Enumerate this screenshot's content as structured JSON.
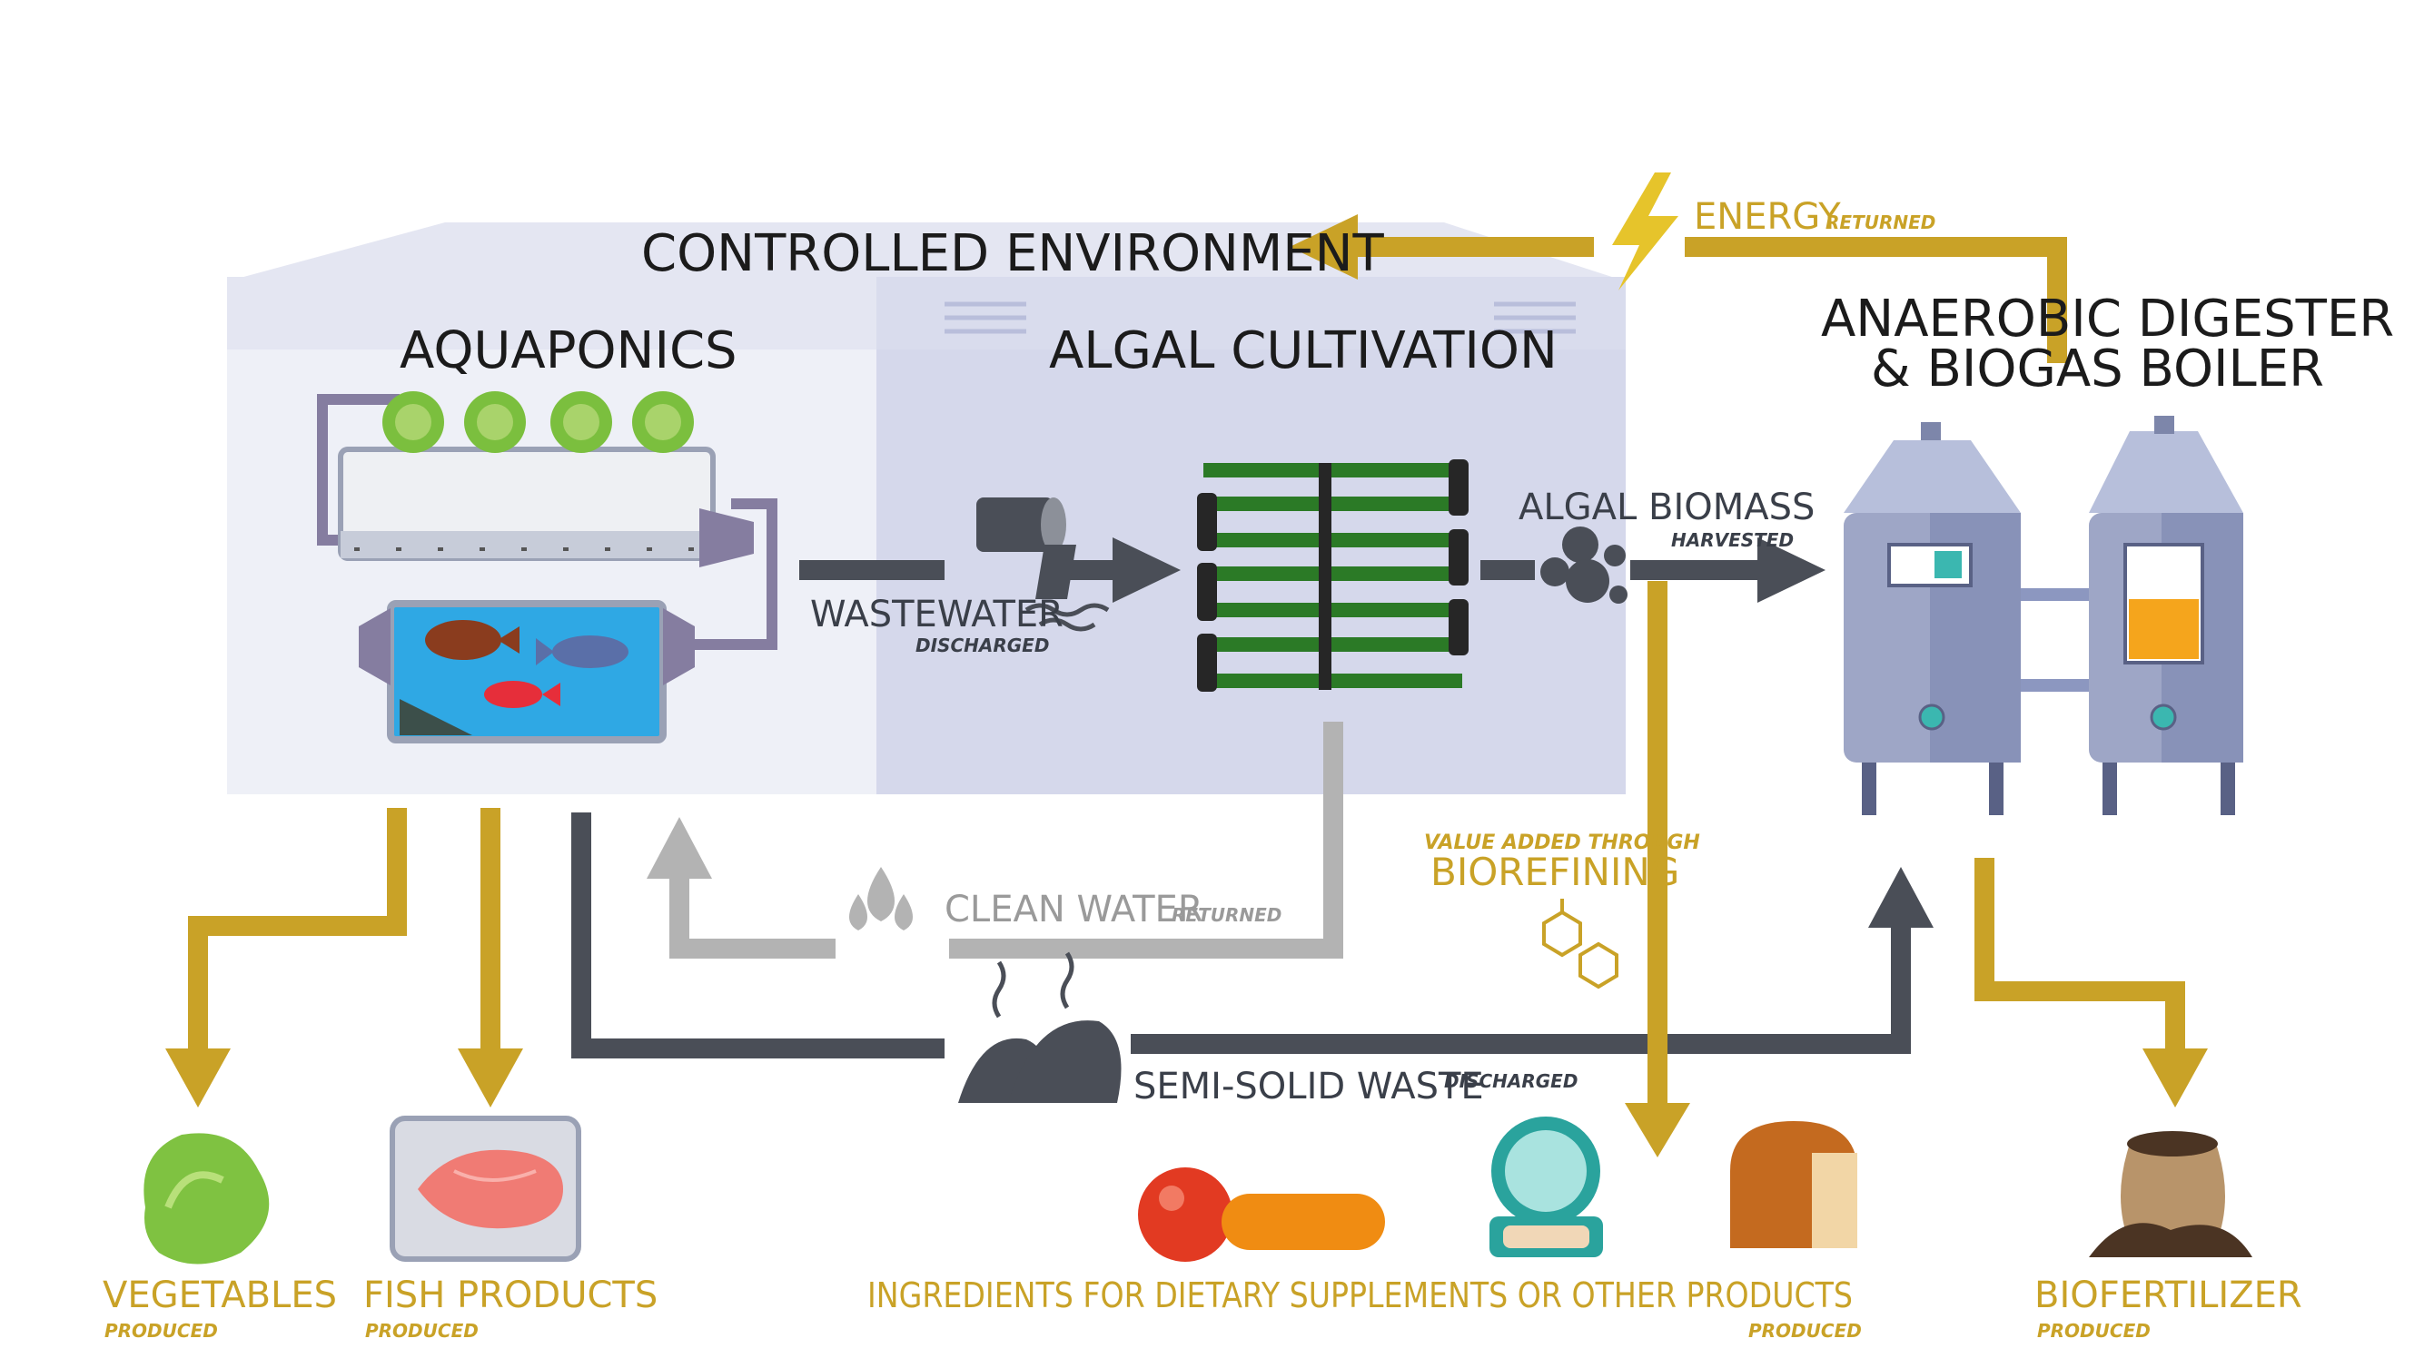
{
  "diagram": {
    "titles": {
      "controlled_environment": "CONTROLLED ENVIRONMENT",
      "aquaponics": "AQUAPONICS",
      "algal_cultivation": "ALGAL CULTIVATION",
      "digester_line1": "ANAEROBIC DIGESTER",
      "digester_line2": "& BIOGAS BOILER"
    },
    "flows": {
      "energy": "ENERGY",
      "energy_sub": "RETURNED",
      "wastewater": "WASTEWATER",
      "wastewater_sub": "DISCHARGED",
      "algal_biomass": "ALGAL BIOMASS",
      "algal_biomass_sub": "HARVESTED",
      "clean_water": "CLEAN WATER",
      "clean_water_sub": "RETURNED",
      "semi_solid": "SEMI-SOLID WASTE",
      "semi_solid_sub": "DISCHARGED",
      "biorefining_pre": "VALUE ADDED THROUGH",
      "biorefining": "BIOREFINING"
    },
    "outputs": {
      "vegetables": "VEGETABLES",
      "fish": "FISH PRODUCTS",
      "ingredients": "INGREDIENTS FOR DIETARY SUPPLEMENTS OR OTHER PRODUCTS",
      "biofertilizer": "BIOFERTILIZER",
      "produced": "PRODUCED"
    },
    "colors": {
      "gold": "#c9a227",
      "dark_arrow": "#4a4e57",
      "light_arrow": "#b3b3b3",
      "room": "#e6e8f3",
      "algae_room": "#d3d6ea",
      "tank": "#9ea6c6"
    }
  }
}
